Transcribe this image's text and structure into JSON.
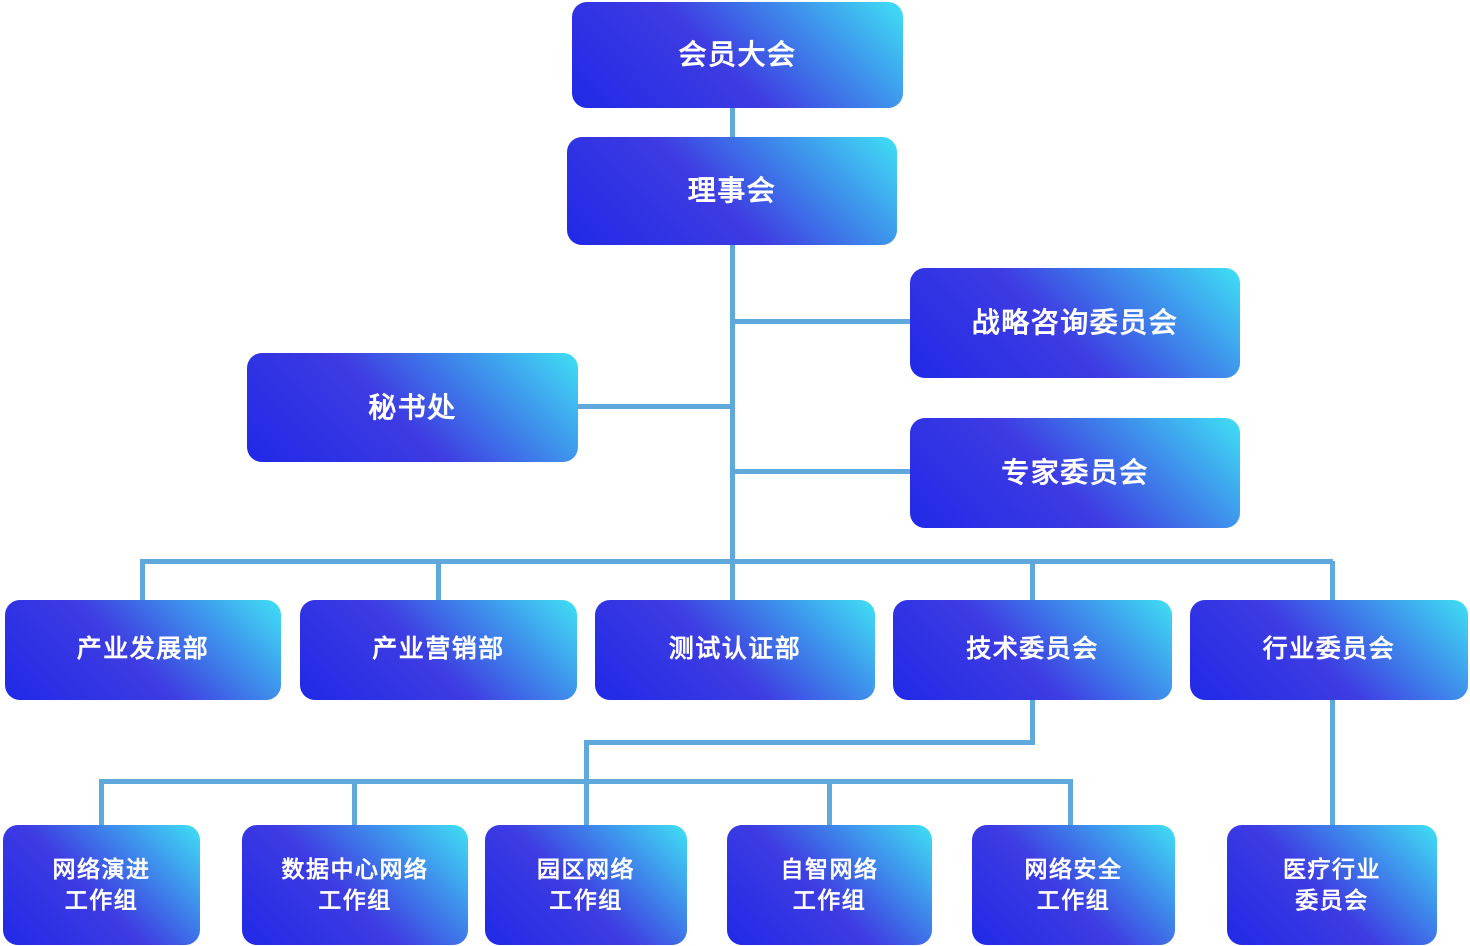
{
  "theme": {
    "background": "#ffffff",
    "node_gradient_start": "#2029e7",
    "node_gradient_mid": "#3e3ce2",
    "node_gradient_end": "#3fe0f5",
    "node_text_color": "#ffffff",
    "connector_color": "#5fa8db"
  },
  "org_chart": {
    "type": "organization-chart",
    "nodes": {
      "members_assembly": {
        "label": "会员大会"
      },
      "board": {
        "label": "理事会"
      },
      "strategic_advisory_committee": {
        "label": "战略咨询委员会"
      },
      "secretariat": {
        "label": "秘书处"
      },
      "expert_committee": {
        "label": "专家委员会"
      },
      "industry_development_dept": {
        "label": "产业发展部"
      },
      "industry_marketing_dept": {
        "label": "产业营销部"
      },
      "testing_certification_dept": {
        "label": "测试认证部"
      },
      "technical_committee": {
        "label": "技术委员会"
      },
      "industry_committee": {
        "label": "行业委员会"
      },
      "network_evolution_wg": {
        "label": "网络演进\n工作组"
      },
      "datacenter_network_wg": {
        "label": "数据中心网络\n工作组"
      },
      "campus_network_wg": {
        "label": "园区网络\n工作组"
      },
      "autonomous_network_wg": {
        "label": "自智网络\n工作组"
      },
      "network_security_wg": {
        "label": "网络安全\n工作组"
      },
      "medical_industry_committee": {
        "label": "医疗行业\n委员会"
      }
    },
    "edges": [
      [
        "members_assembly",
        "board"
      ],
      [
        "board",
        "strategic_advisory_committee"
      ],
      [
        "board",
        "secretariat"
      ],
      [
        "board",
        "expert_committee"
      ],
      [
        "board",
        "industry_development_dept"
      ],
      [
        "board",
        "industry_marketing_dept"
      ],
      [
        "board",
        "testing_certification_dept"
      ],
      [
        "board",
        "technical_committee"
      ],
      [
        "board",
        "industry_committee"
      ],
      [
        "technical_committee",
        "network_evolution_wg"
      ],
      [
        "technical_committee",
        "datacenter_network_wg"
      ],
      [
        "technical_committee",
        "campus_network_wg"
      ],
      [
        "technical_committee",
        "autonomous_network_wg"
      ],
      [
        "technical_committee",
        "network_security_wg"
      ],
      [
        "industry_committee",
        "medical_industry_committee"
      ]
    ]
  }
}
